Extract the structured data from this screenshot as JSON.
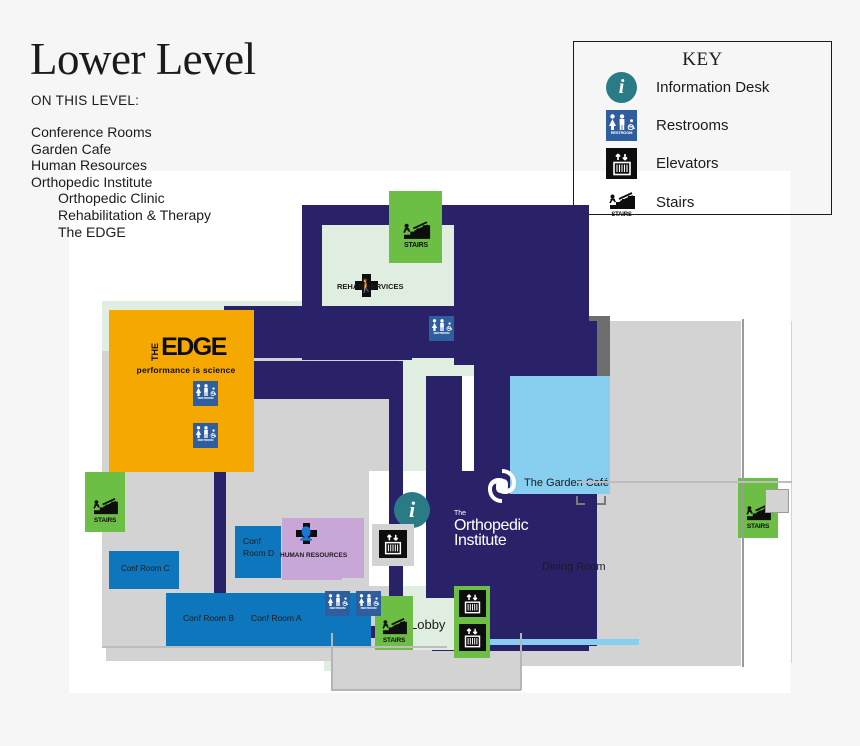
{
  "header": {
    "title": "Lower Level",
    "subtitle": "ON THIS LEVEL:",
    "level_items": [
      {
        "label": "Conference Rooms",
        "indent": 0
      },
      {
        "label": "Garden Cafe",
        "indent": 0
      },
      {
        "label": "Human Resources",
        "indent": 0
      },
      {
        "label": "Orthopedic Institute",
        "indent": 0
      },
      {
        "label": "Orthopedic Clinic",
        "indent": 1
      },
      {
        "label": "Rehabilitation & Therapy",
        "indent": 1
      },
      {
        "label": "The EDGE",
        "indent": 1
      }
    ]
  },
  "key": {
    "title": "KEY",
    "items": [
      {
        "icon": "information-desk-icon",
        "label": "Information Desk",
        "glyph": "i"
      },
      {
        "icon": "restrooms-icon",
        "label": "Restrooms",
        "caption": "RESTROOM"
      },
      {
        "icon": "elevators-icon",
        "label": "Elevators"
      },
      {
        "icon": "stairs-icon",
        "label": "Stairs",
        "caption": "STAIRS"
      }
    ]
  },
  "map": {
    "rooms": {
      "rehab_services": "REHAB SERVICES",
      "edge_the": "THE",
      "edge_name": "EDGE",
      "edge_tagline": "performance is science",
      "conf_room_a": "Conf Room A",
      "conf_room_b": "Conf Room B",
      "conf_room_c": "Conf Room C",
      "conf_room_d_line1": "Conf",
      "conf_room_d_line2": "Room D",
      "human_resources": "HUMAN RESOURCES",
      "garden_cafe": "The Garden Café",
      "dining_room": "Dining Room",
      "lobby": "Lobby"
    },
    "orthopedic": {
      "the": "The",
      "line1": "Orthopedic",
      "line2": "Institute"
    },
    "stair_caption": "STAIRS",
    "restroom_caption": "RESTROOM"
  },
  "colors": {
    "navy": "#2a2269",
    "mint": "#dfeee0",
    "gray": "#d3d3d3",
    "dark_gray": "#6e6e6e",
    "blue": "#0e76bc",
    "light_blue": "#87ceef",
    "purple": "#c9a6d8",
    "orange": "#f5a800",
    "green": "#6cbe45",
    "teal": "#2b7b87",
    "restroom_blue": "#2e5e9e"
  }
}
